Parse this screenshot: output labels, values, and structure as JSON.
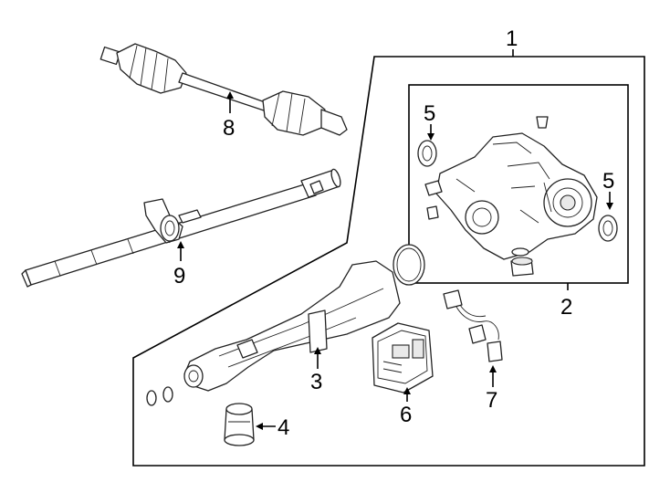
{
  "diagram": {
    "callouts": {
      "c1": "1",
      "c2": "2",
      "c3": "3",
      "c4": "4",
      "c5a": "5",
      "c5b": "5",
      "c6": "6",
      "c7": "7",
      "c8": "8",
      "c9": "9"
    },
    "parts": [
      "front-axle-shaft",
      "rear-drive-shaft",
      "drive-shaft-support-bracket",
      "rear-differential-assembly",
      "axle-seal-left",
      "axle-seal-right",
      "differential-housing",
      "mount-bushing",
      "o-ring",
      "control-module",
      "wiring-harness"
    ]
  }
}
